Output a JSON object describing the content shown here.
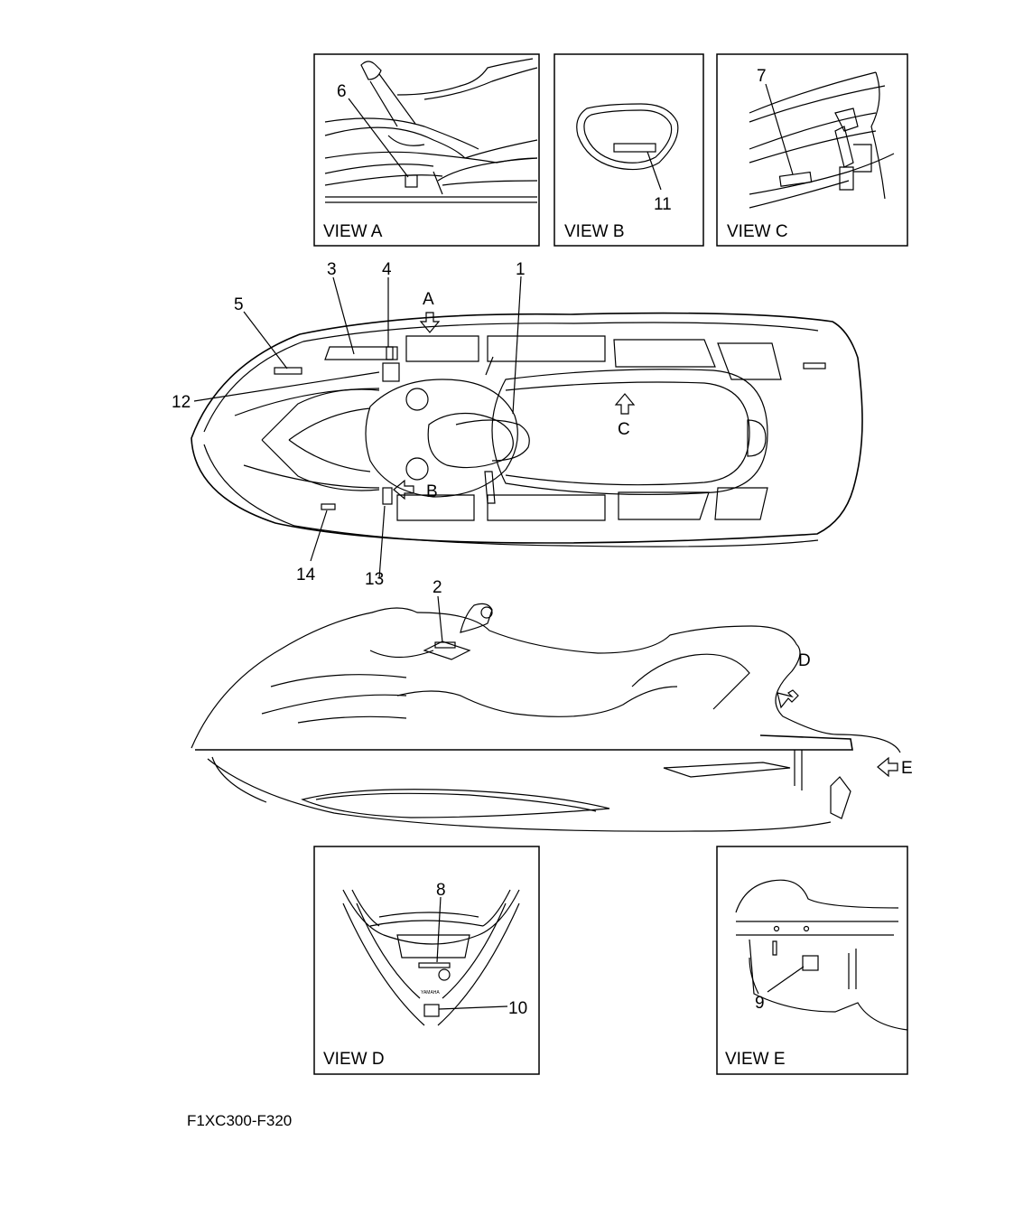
{
  "views": {
    "a": "VIEW A",
    "b": "VIEW B",
    "c": "VIEW C",
    "d": "VIEW D",
    "e": "VIEW E"
  },
  "view_markers": {
    "a": "A",
    "b": "B",
    "c": "C",
    "d": "D",
    "e": "E"
  },
  "callouts": [
    "1",
    "2",
    "3",
    "4",
    "5",
    "6",
    "7",
    "8",
    "9",
    "10",
    "11",
    "12",
    "13",
    "14"
  ],
  "brand_mark": "YAMAHA",
  "figure_code": "F1XC300-F320",
  "colors": {
    "ink": "#000000",
    "paper": "#ffffff"
  }
}
